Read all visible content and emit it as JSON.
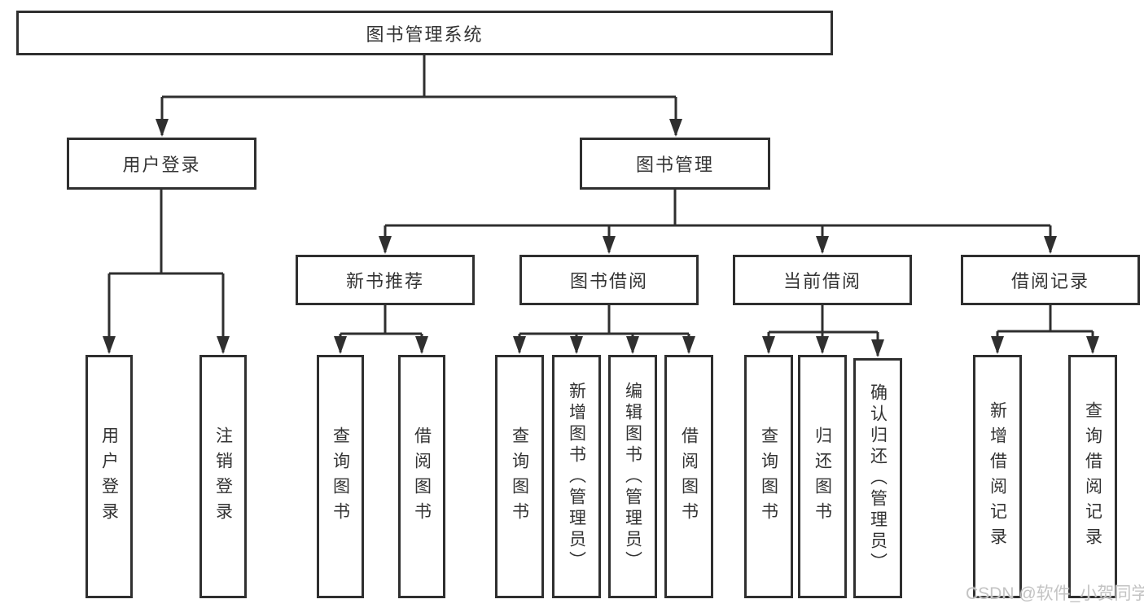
{
  "root": {
    "label": "图书管理系统"
  },
  "modules": [
    {
      "label": "用户登录",
      "children": [
        "用户登录",
        "注销登录"
      ]
    },
    {
      "label": "图书管理",
      "children": [
        {
          "label": "新书推荐",
          "children": [
            "查询图书",
            "借阅图书"
          ]
        },
        {
          "label": "图书借阅",
          "children": [
            "查询图书",
            "新增图书（管理员）",
            "编辑图书（管理员）",
            "借阅图书"
          ]
        },
        {
          "label": "当前借阅",
          "children": [
            "查询图书",
            "归还图书",
            "确认归还（管理员）"
          ]
        },
        {
          "label": "借阅记录",
          "children": [
            "新增借阅记录",
            "查询借阅记录"
          ]
        }
      ]
    }
  ],
  "watermark": "CSDN @软件_小贺同学",
  "colors": {
    "line": "#2f2f2f",
    "text": "#333333",
    "watermark": "#c3c3c3",
    "bg": "#ffffff"
  }
}
